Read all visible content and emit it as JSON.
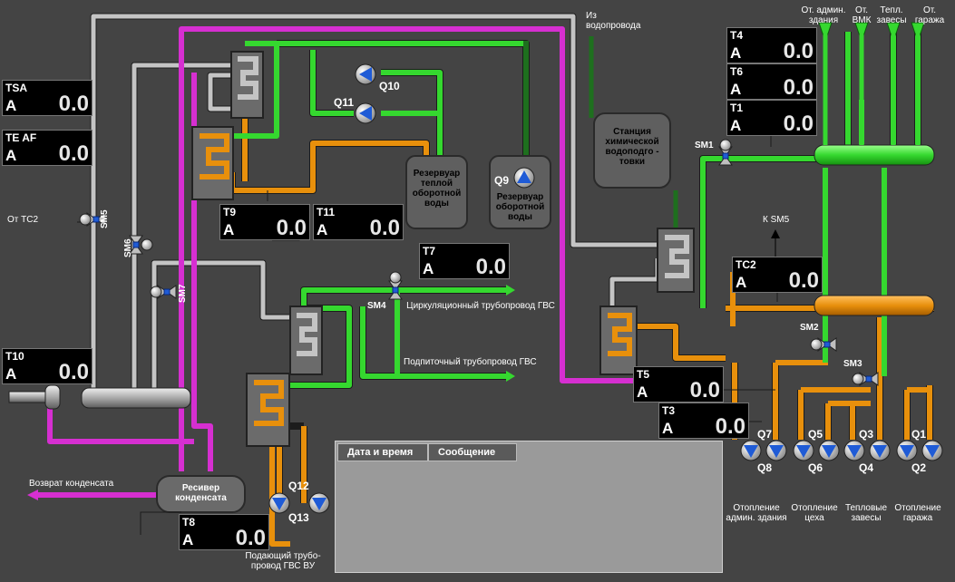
{
  "indicators": {
    "tsa": {
      "tag": "TSA",
      "mode": "A",
      "value": "0.0"
    },
    "te_af": {
      "tag": "TE AF",
      "mode": "A",
      "value": "0.0"
    },
    "t10": {
      "tag": "T10",
      "mode": "A",
      "value": "0.0"
    },
    "t9": {
      "tag": "T9",
      "mode": "A",
      "value": "0.0"
    },
    "t11": {
      "tag": "T11",
      "mode": "A",
      "value": "0.0"
    },
    "t7": {
      "tag": "T7",
      "mode": "A",
      "value": "0.0"
    },
    "t8": {
      "tag": "T8",
      "mode": "A",
      "value": "0.0"
    },
    "t5": {
      "tag": "T5",
      "mode": "A",
      "value": "0.0"
    },
    "t3": {
      "tag": "T3",
      "mode": "A",
      "value": "0.0"
    },
    "t4": {
      "tag": "T4",
      "mode": "A",
      "value": "0.0"
    },
    "t6": {
      "tag": "T6",
      "mode": "A",
      "value": "0.0"
    },
    "t1": {
      "tag": "T1",
      "mode": "A",
      "value": "0.0"
    },
    "tc2": {
      "tag": "TC2",
      "mode": "A",
      "value": "0.0"
    }
  },
  "valves": {
    "sm1": "SM1",
    "sm2": "SM2",
    "sm3": "SM3",
    "sm4": "SM4",
    "sm5": "SM5",
    "sm6": "SM6",
    "sm7": "SM7"
  },
  "pumps": {
    "q1": "Q1",
    "q2": "Q2",
    "q3": "Q3",
    "q4": "Q4",
    "q5": "Q5",
    "q6": "Q6",
    "q7": "Q7",
    "q8": "Q8",
    "q9": "Q9",
    "q10": "Q10",
    "q11": "Q11",
    "q12": "Q12",
    "q13": "Q13"
  },
  "equipment": {
    "station": "Станция химической водоподго - товки",
    "tank_warm": "Резервуар теплой оборотной воды",
    "tank_circ": "Резервуар оборотной воды",
    "receiver": "Ресивер конденсата"
  },
  "labels": {
    "from_water": "Из водопровода",
    "from_tc2": "От ТС2",
    "to_sm5": "К SM5",
    "condensate_return": "Возврат конденсата",
    "circ_pipe": "Циркуляционный трубопровод ГВС",
    "feed_pipe": "Подпиточный трубопровод ГВС",
    "supply_pipe": "Подающий трубо- провод ГВС ВУ",
    "src_admin": "От. админ. здания",
    "src_vmk": "От. ВМК",
    "src_curtains": "Тепл. завесы",
    "src_garage": "От. гаража",
    "heat_admin": "Отопление админ. здания",
    "heat_shop": "Отопление цеха",
    "heat_curtains": "Тепловые завесы",
    "heat_garage": "Отопление гаража"
  },
  "log": {
    "col_datetime": "Дата и время",
    "col_message": "Сообщение"
  },
  "colors": {
    "background": "#444444",
    "hot_water": "#e8900c",
    "cold_water": "#35d82f",
    "condensate": "#d62fd1",
    "steam": "#bdbdbd",
    "dark_green": "#1e6f1e"
  }
}
